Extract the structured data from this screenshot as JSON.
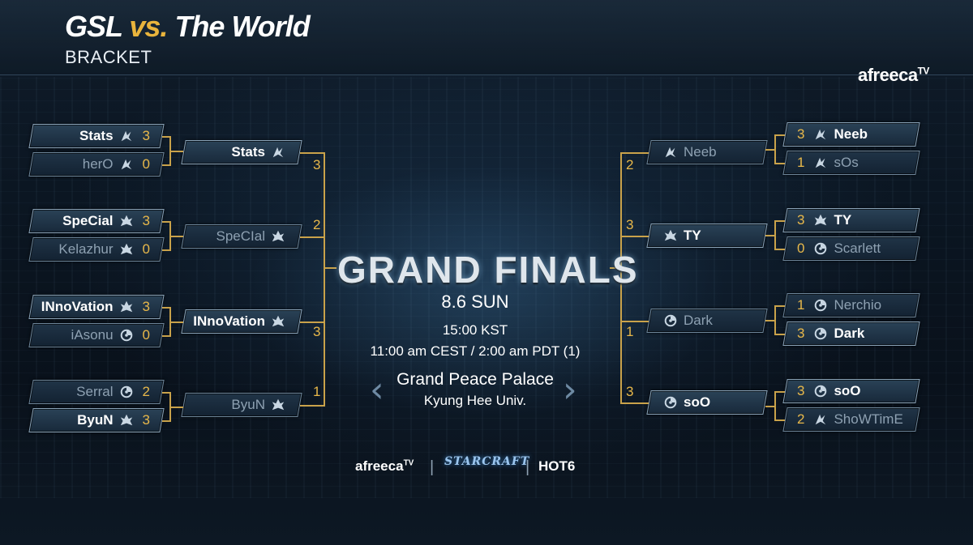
{
  "header": {
    "title_main": "GSL",
    "title_vs": "vs.",
    "title_rest": "The World",
    "subtitle": "BRACKET",
    "broadcaster_logo": "afreeca",
    "broadcaster_logo_tv": "TV"
  },
  "center": {
    "grand_finals": "GRAND FINALS",
    "date": "8.6 SUN",
    "time_kst": "15:00 KST",
    "time_intl": "11:00 am CEST / 2:00 am PDT (1)",
    "venue": "Grand Peace Palace",
    "venue_sub": "Kyung Hee Univ.",
    "prev_icon": "chevron-left-icon",
    "next_icon": "chevron-right-icon"
  },
  "sponsors": {
    "afreeca": "afreeca",
    "afreeca_tv": "TV",
    "starcraft": "STARCRAFT",
    "hot6": "HOT6"
  },
  "left_ro16": [
    {
      "name": "Stats",
      "race": "protoss",
      "score": "3",
      "winner": true
    },
    {
      "name": "herO",
      "race": "protoss",
      "score": "0",
      "winner": false
    },
    {
      "name": "SpeCial",
      "race": "terran",
      "score": "3",
      "winner": true
    },
    {
      "name": "Kelazhur",
      "race": "terran",
      "score": "0",
      "winner": false
    },
    {
      "name": "INnoVation",
      "race": "terran",
      "score": "3",
      "winner": true
    },
    {
      "name": "iAsonu",
      "race": "zerg",
      "score": "0",
      "winner": false
    },
    {
      "name": "Serral",
      "race": "zerg",
      "score": "2",
      "winner": false
    },
    {
      "name": "ByuN",
      "race": "terran",
      "score": "3",
      "winner": true
    }
  ],
  "left_qf": [
    {
      "name": "Stats",
      "race": "protoss",
      "score": "3",
      "winner": true
    },
    {
      "name": "SpeCIal",
      "race": "terran",
      "score": "2",
      "winner": false
    },
    {
      "name": "INnoVation",
      "race": "terran",
      "score": "3",
      "winner": true
    },
    {
      "name": "ByuN",
      "race": "terran",
      "score": "1",
      "winner": false
    }
  ],
  "right_ro16": [
    {
      "name": "Neeb",
      "race": "protoss",
      "score": "3",
      "winner": true
    },
    {
      "name": "sOs",
      "race": "protoss",
      "score": "1",
      "winner": false
    },
    {
      "name": "TY",
      "race": "terran",
      "score": "3",
      "winner": true
    },
    {
      "name": "Scarlett",
      "race": "zerg",
      "score": "0",
      "winner": false
    },
    {
      "name": "Nerchio",
      "race": "zerg",
      "score": "1",
      "winner": false
    },
    {
      "name": "Dark",
      "race": "zerg",
      "score": "3",
      "winner": true
    },
    {
      "name": "soO",
      "race": "zerg",
      "score": "3",
      "winner": true
    },
    {
      "name": "ShoWTimE",
      "race": "protoss",
      "score": "2",
      "winner": false
    }
  ],
  "right_qf": [
    {
      "name": "Neeb",
      "race": "protoss",
      "score": "2",
      "winner": false
    },
    {
      "name": "TY",
      "race": "terran",
      "score": "3",
      "winner": true
    },
    {
      "name": "Dark",
      "race": "zerg",
      "score": "1",
      "winner": false
    },
    {
      "name": "soO",
      "race": "zerg",
      "score": "3",
      "winner": true
    }
  ]
}
